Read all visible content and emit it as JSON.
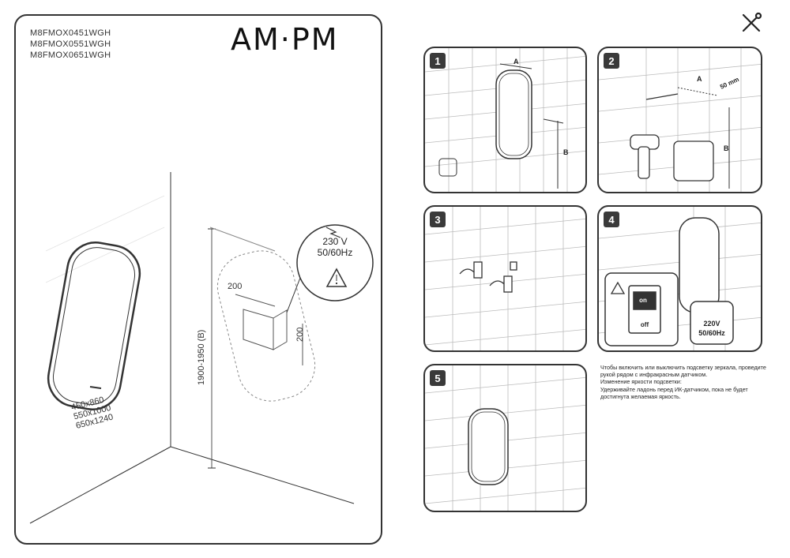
{
  "models": [
    "M8FMOX0451WGH",
    "M8FMOX0551WGH",
    "M8FMOX0651WGH"
  ],
  "logo": "AM·PM",
  "sizes": [
    "450x860",
    "550x1000",
    "650x1240"
  ],
  "dimensions": {
    "height_range": "1900-1950 (B)",
    "width_offset": "200",
    "height_offset": "200"
  },
  "power_callout": {
    "voltage": "230 V",
    "frequency": "50/60Hz"
  },
  "steps": [
    {
      "number": "1",
      "label_a": "A",
      "label_b": "B"
    },
    {
      "number": "2",
      "label_a": "A",
      "spacing": "50 mm",
      "label_b": "B"
    },
    {
      "number": "3"
    },
    {
      "number": "4",
      "switch_on": "on",
      "switch_off": "off",
      "voltage": "220V",
      "frequency": "50/60Hz"
    },
    {
      "number": "5"
    }
  ],
  "note": {
    "line1": "Чтобы включить или выключить подсветку зеркала, проведите рукой рядом с инфракрасным датчиком.",
    "line2": "Изменение яркости подсветки:",
    "line3": "Удерживайте ладонь перед ИК-датчиком, пока не будет достигнута желаемая яркость."
  },
  "colors": {
    "stroke": "#333333",
    "background": "#ffffff"
  }
}
